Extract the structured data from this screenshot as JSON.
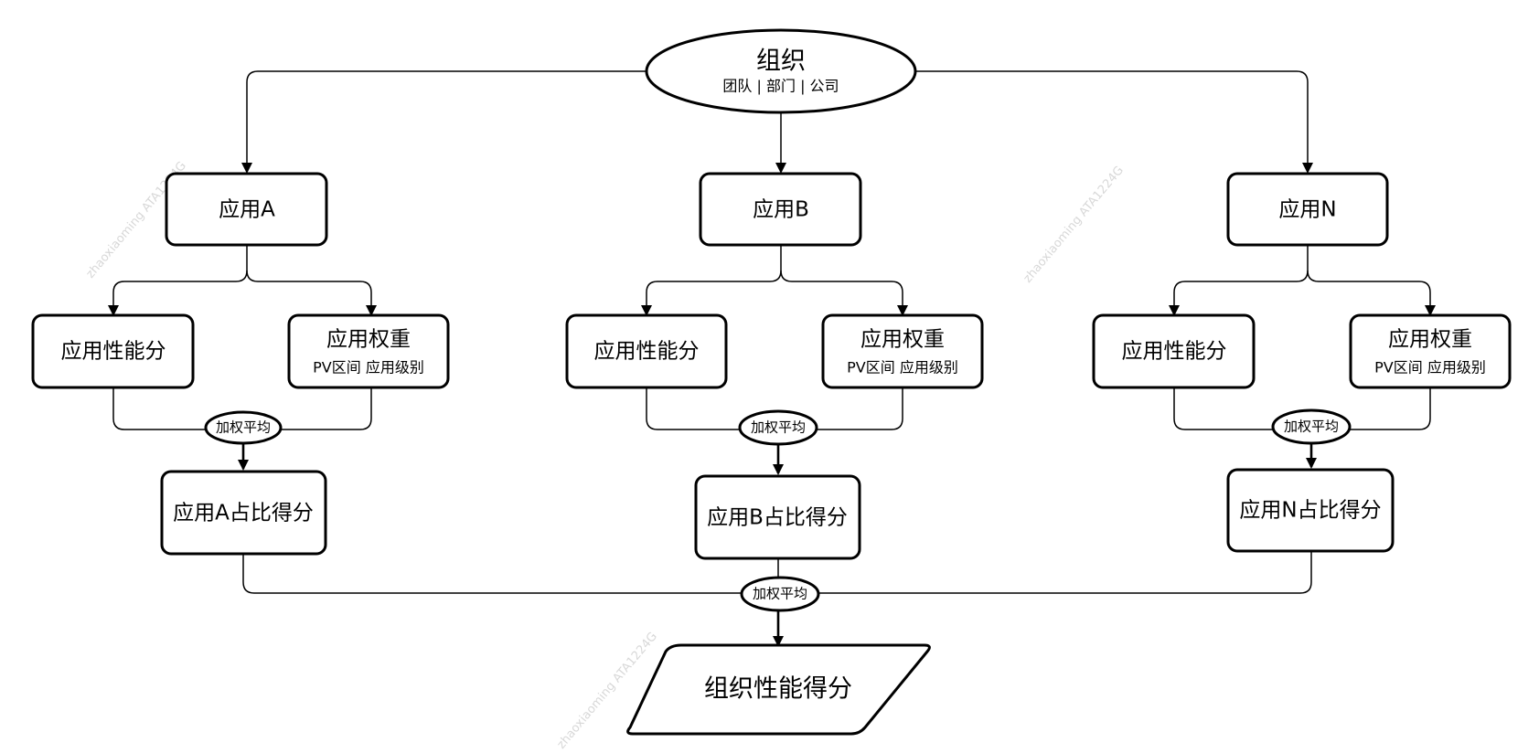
{
  "root": {
    "title": "组织",
    "subtitle": "团队 | 部门 | 公司"
  },
  "apps": [
    {
      "name": "应用A",
      "perf_label": "应用性能分",
      "weight_title": "应用权重",
      "weight_sub": "PV区间  应用级别",
      "avg_label": "加权平均",
      "share_label": "应用A占比得分"
    },
    {
      "name": "应用B",
      "perf_label": "应用性能分",
      "weight_title": "应用权重",
      "weight_sub": "PV区间  应用级别",
      "avg_label": "加权平均",
      "share_label": "应用B占比得分"
    },
    {
      "name": "应用N",
      "perf_label": "应用性能分",
      "weight_title": "应用权重",
      "weight_sub": "PV区间  应用级别",
      "avg_label": "加权平均",
      "share_label": "应用N占比得分"
    }
  ],
  "final_avg_label": "加权平均",
  "result_label": "组织性能得分",
  "watermark_text": "zhaoxiaoming  ATA1224G"
}
